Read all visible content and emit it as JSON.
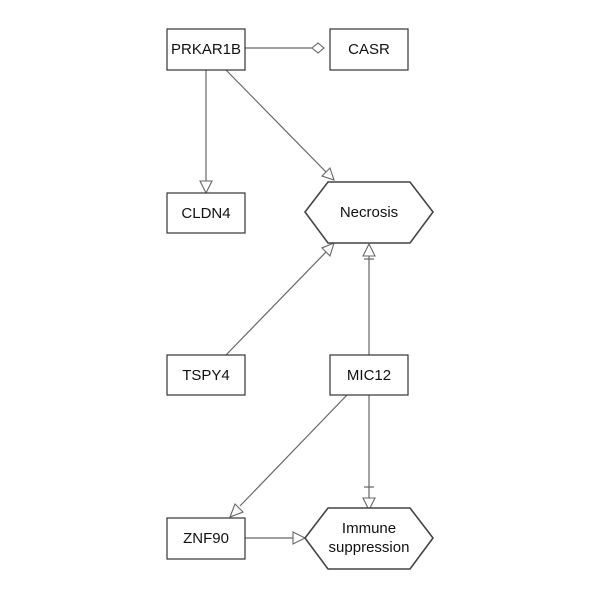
{
  "nodes": {
    "prkar1b": "PRKAR1B",
    "casr": "CASR",
    "cldn4": "CLDN4",
    "necrosis": "Necrosis",
    "tspy4": "TSPY4",
    "mic12": "MIC12",
    "znf90": "ZNF90",
    "immune_line1": "Immune",
    "immune_line2": "suppression"
  },
  "edges": [
    {
      "from": "PRKAR1B",
      "to": "CASR",
      "type": "diamond"
    },
    {
      "from": "PRKAR1B",
      "to": "CLDN4",
      "type": "arrow"
    },
    {
      "from": "PRKAR1B",
      "to": "Necrosis",
      "type": "arrow"
    },
    {
      "from": "TSPY4",
      "to": "Necrosis",
      "type": "arrow"
    },
    {
      "from": "MIC12",
      "to": "Necrosis",
      "type": "inhibit-arrow"
    },
    {
      "from": "MIC12",
      "to": "ZNF90",
      "type": "arrow"
    },
    {
      "from": "MIC12",
      "to": "Immune suppression",
      "type": "inhibit-arrow"
    },
    {
      "from": "ZNF90",
      "to": "Immune suppression",
      "type": "arrow"
    }
  ]
}
